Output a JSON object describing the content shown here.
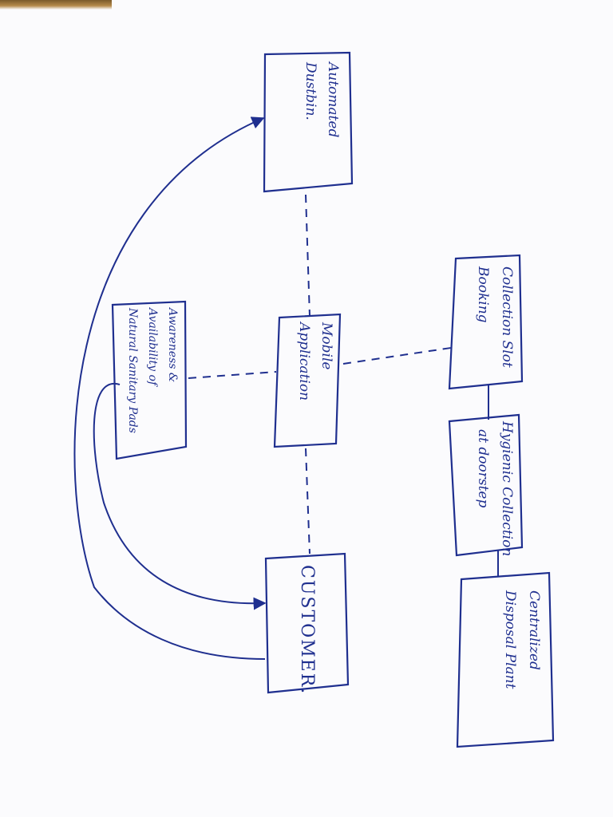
{
  "diagram": {
    "ink_color": "#1f2f8f",
    "boxes": {
      "automated_dustbin": [
        "Automated",
        "Dustbin."
      ],
      "mobile_application": [
        "Mobile",
        "Application"
      ],
      "customer": [
        "CUSTOMER."
      ],
      "awareness": [
        "Awareness &",
        "Availability of",
        "Natural Sanitary Pads"
      ],
      "collection_slot": [
        "Collection Slot",
        "Booking"
      ],
      "hygienic_collection": [
        "Hygienic Collection",
        "at doorstep"
      ],
      "disposal_plant": [
        "Centralized",
        "Disposal Plant"
      ]
    }
  }
}
